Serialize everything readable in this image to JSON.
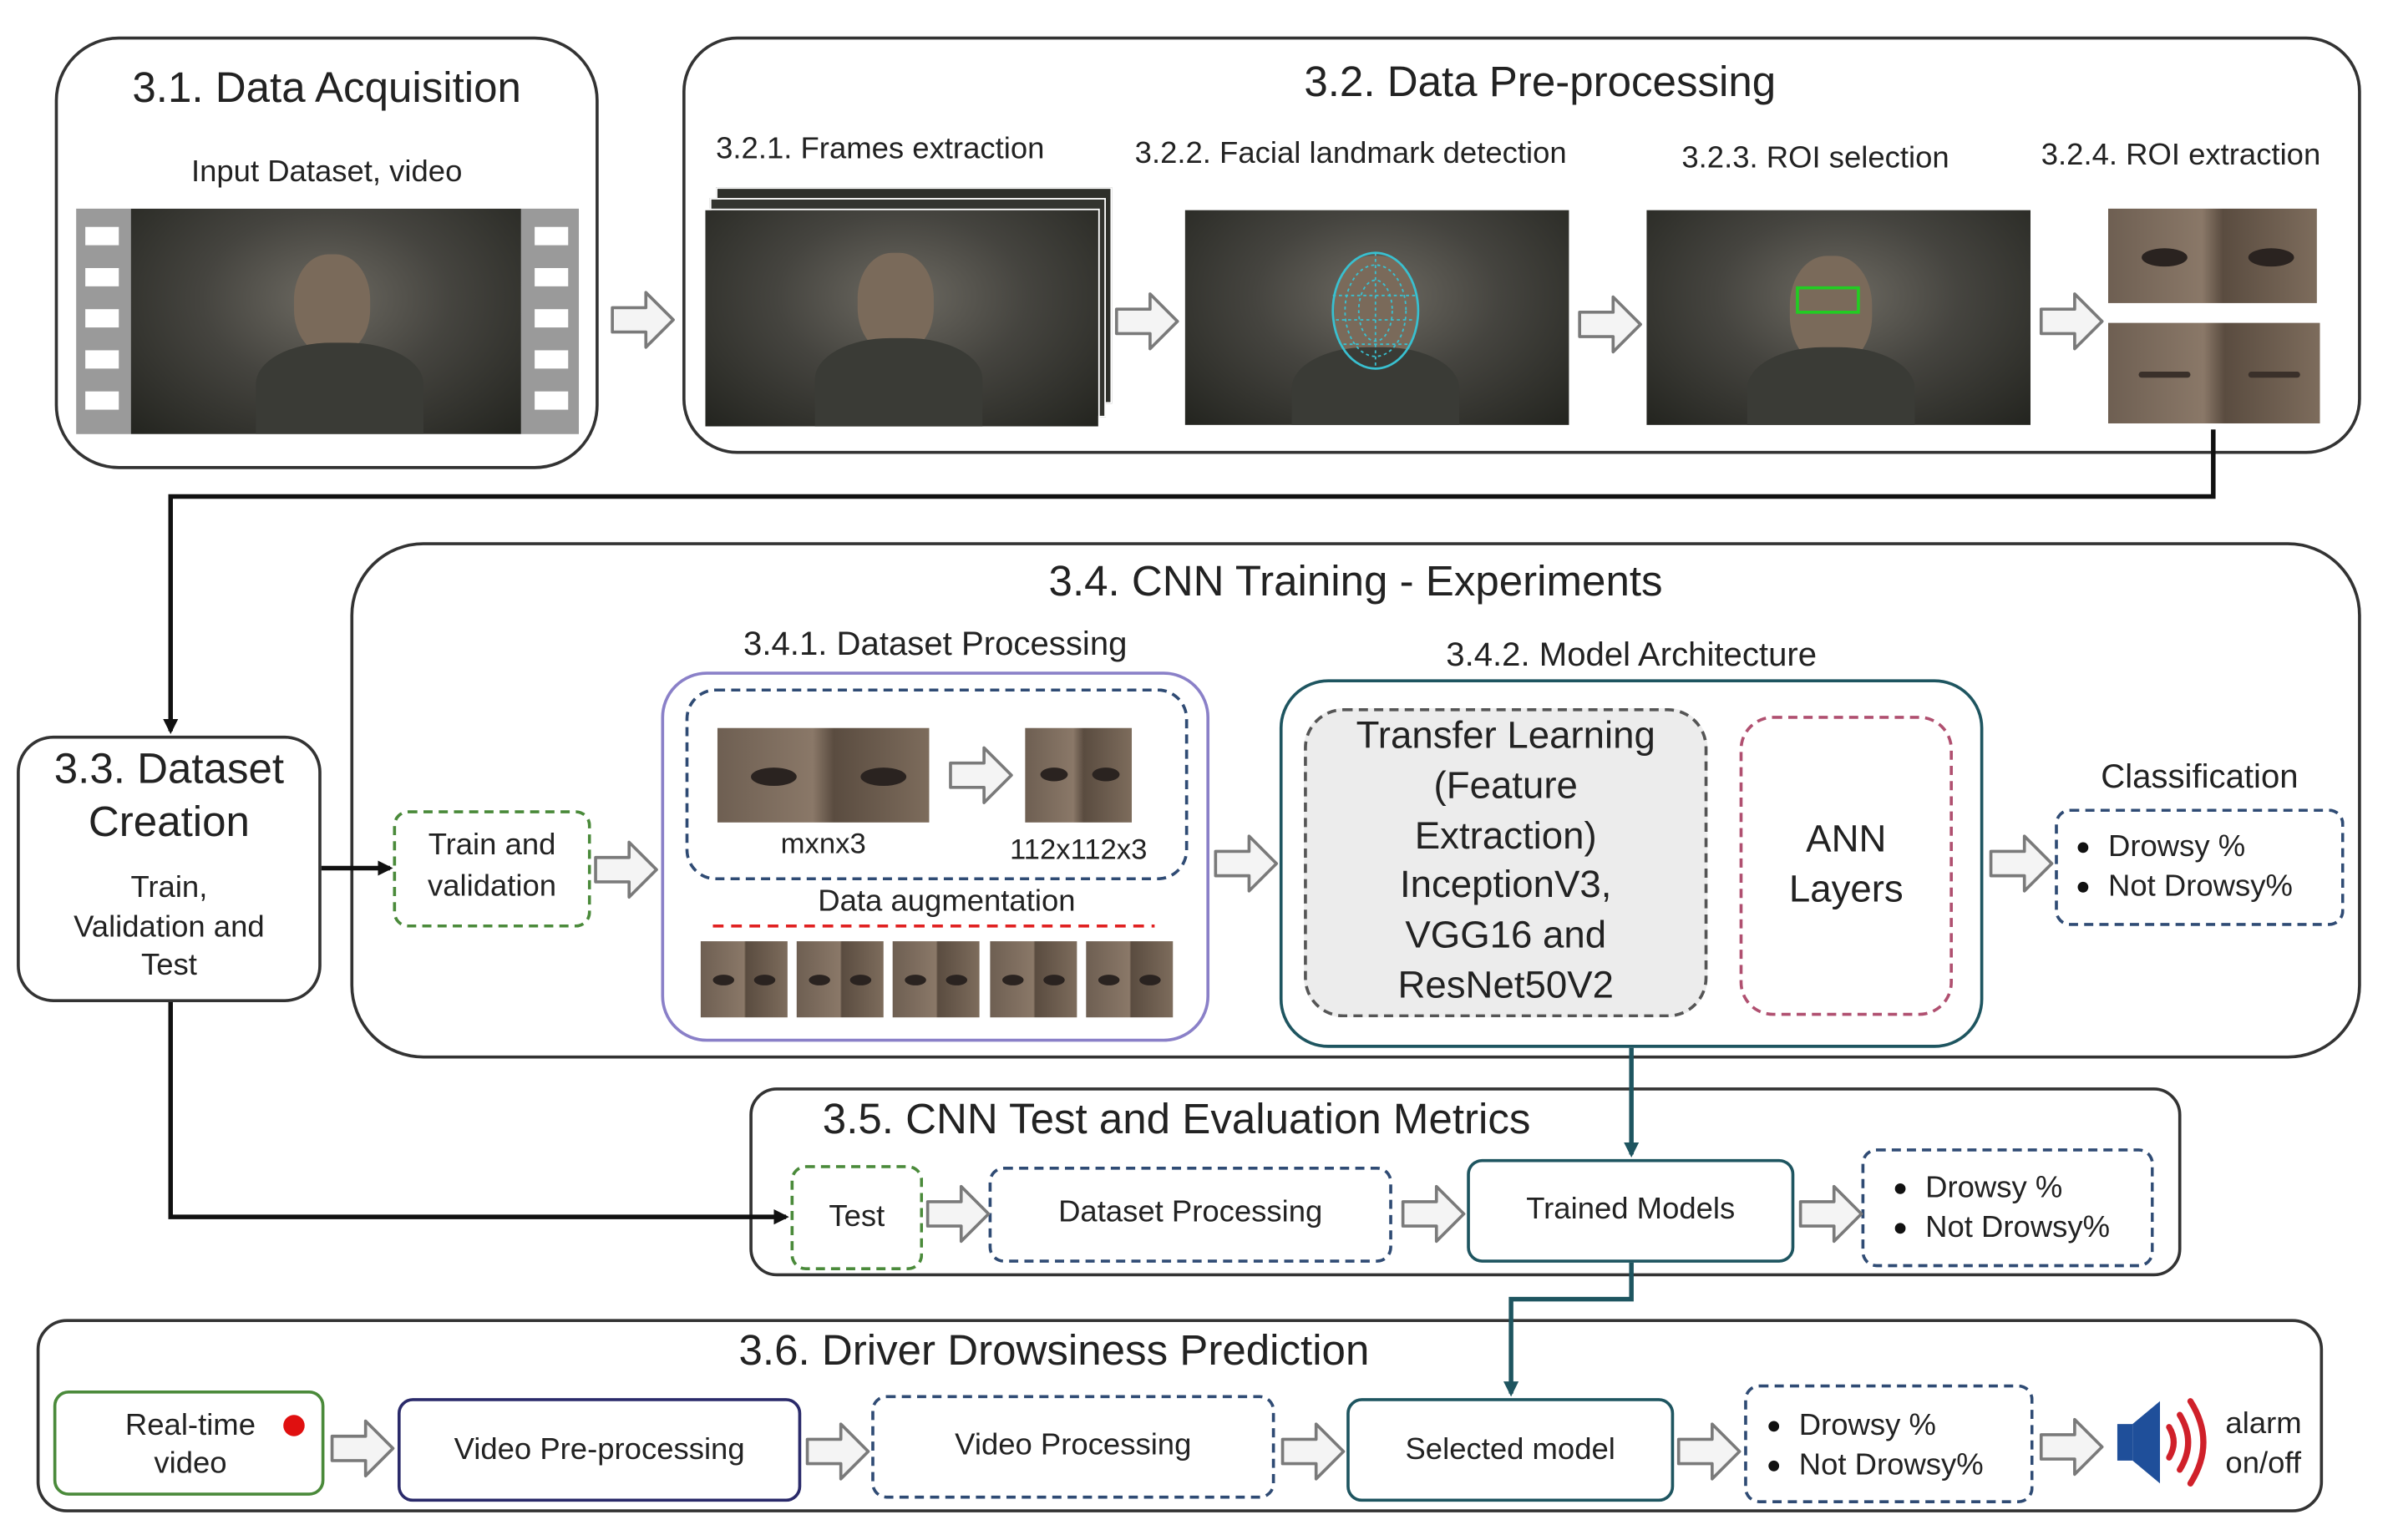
{
  "sections": {
    "acquisition": {
      "title": "3.1. Data Acquisition",
      "subtitle": "Input Dataset, video"
    },
    "preprocessing": {
      "title": "3.2. Data Pre-processing",
      "steps": [
        "3.2.1. Frames extraction",
        "3.2.2. Facial landmark detection",
        "3.2.3. ROI selection",
        "3.2.4. ROI extraction"
      ]
    },
    "dataset_creation": {
      "title_line1": "3.3. Dataset",
      "title_line2": "Creation",
      "body_line1": "Train,",
      "body_line2": "Validation and",
      "body_line3": "Test"
    },
    "training": {
      "title": "3.4. CNN Training - Experiments",
      "train_val_line1": "Train and",
      "train_val_line2": "validation",
      "dataset_processing": {
        "title": "3.4.1. Dataset Processing",
        "size_in": "mxnx3",
        "size_out": "112x112x3",
        "augmentation": "Data augmentation"
      },
      "model_architecture": {
        "title": "3.4.2. Model Architecture",
        "transfer_lines": [
          "Transfer Learning",
          "(Feature",
          "Extraction)",
          "InceptionV3,",
          "VGG16 and",
          "ResNet50V2"
        ],
        "ann_line1": "ANN",
        "ann_line2": "Layers"
      },
      "classification": {
        "title": "Classification",
        "items": [
          "Drowsy %",
          "Not Drowsy%"
        ]
      }
    },
    "test_eval": {
      "title": "3.5. CNN Test and Evaluation Metrics",
      "test": "Test",
      "dataset_processing": "Dataset Processing",
      "trained_models": "Trained Models",
      "items": [
        "Drowsy %",
        "Not Drowsy%"
      ]
    },
    "prediction": {
      "title": "3.6. Driver Drowsiness Prediction",
      "realtime_line1": "Real-time",
      "realtime_line2": "video",
      "video_preprocessing": "Video Pre-processing",
      "video_processing": "Video Processing",
      "selected_model": "Selected model",
      "items": [
        "Drowsy %",
        "Not Drowsy%"
      ],
      "alarm_line1": "alarm",
      "alarm_line2": "on/off"
    }
  },
  "colors": {
    "section_border": "#333333",
    "green_dash": "#4a8a3a",
    "blue_dash": "#2f4b74",
    "purple": "#7a70c0",
    "teal": "#1e5560",
    "pink_dash": "#b05070",
    "red_dash": "#e02020",
    "navy": "#2a2a6a",
    "speaker_blue": "#1f4f9a",
    "alarm_red": "#d0202a"
  },
  "icons": [
    "film-strip-icon",
    "hollow-arrow-icon",
    "face-mesh-icon",
    "speaker-icon",
    "record-dot-icon"
  ]
}
